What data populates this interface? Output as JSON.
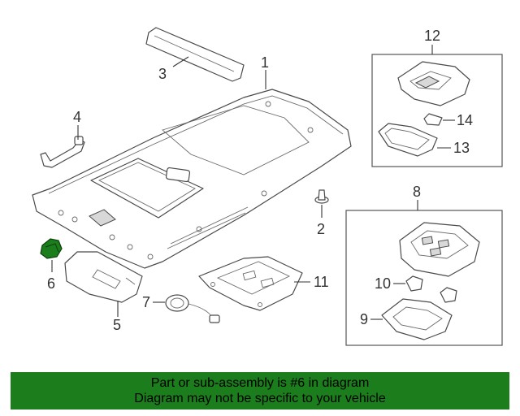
{
  "callouts": {
    "c1": "1",
    "c2": "2",
    "c3": "3",
    "c4": "4",
    "c5": "5",
    "c6": "6",
    "c7": "7",
    "c8": "8",
    "c9": "9",
    "c10": "10",
    "c11": "11",
    "c12": "12",
    "c13": "13",
    "c14": "14"
  },
  "highlight_color": "#1b7d1b",
  "banner": {
    "line1": "Part or sub-assembly is #6 in diagram",
    "line2": "Diagram may not be specific to your vehicle"
  }
}
